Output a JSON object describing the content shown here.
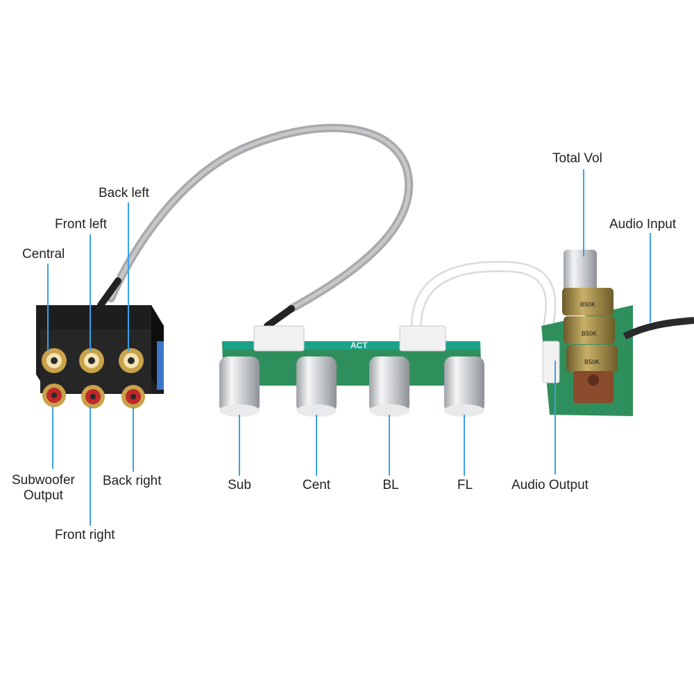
{
  "labels": {
    "back_left": "Back left",
    "front_left": "Front left",
    "central": "Central",
    "subwoofer_output": "Subwoofer\nOutput",
    "back_right": "Back right",
    "front_right": "Front right",
    "sub": "Sub",
    "cent": "Cent",
    "bl": "BL",
    "fl": "FL",
    "total_vol": "Total Vol",
    "audio_input": "Audio Input",
    "audio_output": "Audio Output"
  },
  "board_marks": {
    "logo": "ACT",
    "pot_value": "B50K"
  },
  "colors": {
    "leader_line": "#3aa0e8",
    "pcb_green": "#2f8f5c",
    "pcb_teal": "#1aa38a",
    "rca_gold": "#c9a24a",
    "rca_red": "#c0282a",
    "cable_grey": "#a9a9ab",
    "knob_silver": "#d8dadc"
  }
}
